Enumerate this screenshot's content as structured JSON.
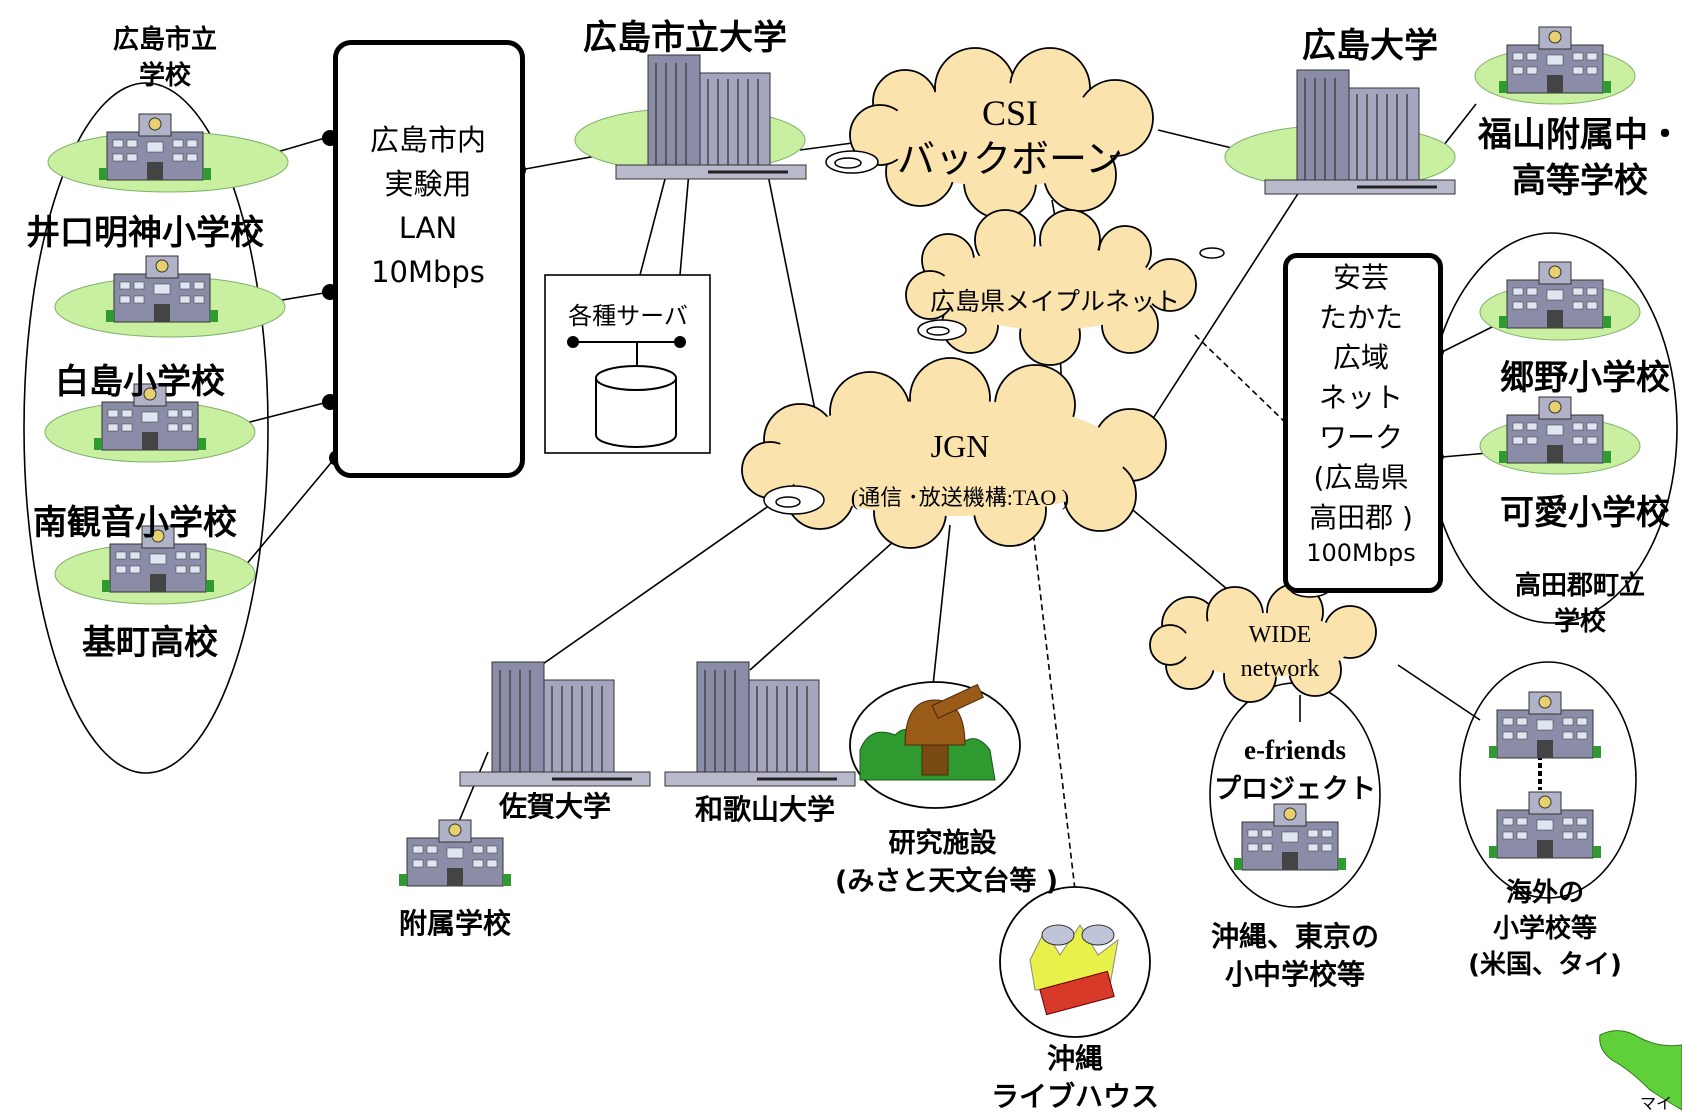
{
  "top_left_group": {
    "line1": "広島市立",
    "line2": "学校"
  },
  "city_university": "広島市立大学",
  "hiroshima_university": "広島大学",
  "lan_box": {
    "line1": "広島市内",
    "line2": "実験用",
    "line3": "LAN",
    "line4": "10Mbps"
  },
  "schools": {
    "iguchi": "井口明神小学校",
    "shiroshima": "白島小学校",
    "minamikannon": "南観音小学校",
    "motomachi": "基町高校"
  },
  "servers_label": "各種サーバ",
  "csi_cloud": {
    "line1": "CSI",
    "line2": "バックボーン"
  },
  "maple_cloud": "広島県メイプルネット",
  "jgn_cloud": {
    "line1": "JGN",
    "line2": "(通信 ･放送機構:TAO )"
  },
  "wide_cloud": {
    "line1": "WIDE",
    "line2": "network"
  },
  "fukuyama": {
    "line1": "福山附属中・",
    "line2": "高等学校"
  },
  "aki_box": {
    "line1": "安芸",
    "line2": "たかた",
    "line3": "広域",
    "line4": "ネット",
    "line5": "ワーク",
    "line6": "(広島県",
    "line7": "高田郡 )",
    "line8": "100Mbps"
  },
  "takata": {
    "gono": "郷野小学校",
    "kawai": "可愛小学校",
    "group_line1": "高田郡町立",
    "group_line2": "学校"
  },
  "saga_university": "佐賀大学",
  "affiliated_school": "附属学校",
  "wakayama_university": "和歌山大学",
  "research": {
    "line1": "研究施設",
    "line2": "(みさと天文台等 )"
  },
  "live_house": {
    "line1": "沖縄",
    "line2": "ライブハウス"
  },
  "efriends": {
    "line1": "e-friends",
    "line2": "プロジェクト"
  },
  "okinawa_tokyo": {
    "line1": "沖縄、東京の",
    "line2": "小中学校等"
  },
  "overseas": {
    "line1": "海外の",
    "line2": "小学校等",
    "line3": "(米国、タイ)"
  },
  "corner_caption": "マイ",
  "colors": {
    "cloud": "#fbe3ae",
    "lawn": "#c8f0a0",
    "building": "#8a8ca8",
    "tree": "#2f9a2f",
    "observatory": "#9a5a18",
    "map": "#5fd03a"
  }
}
